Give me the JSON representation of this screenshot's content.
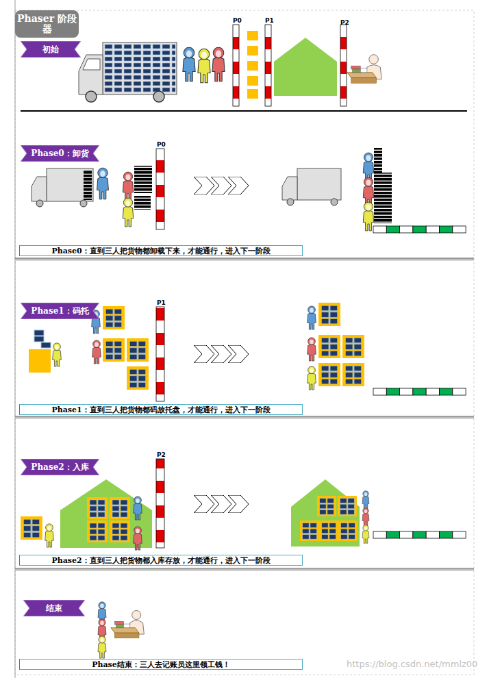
{
  "diagram": {
    "title": "Phaser 阶段器",
    "nodes": [
      {
        "text": [
          "初始"
        ]
      },
      {
        "text": [
          "Phase0：卸货"
        ]
      },
      {
        "text": [
          "Phase0：直到三人把货物都卸载下来，才能通行，进入下一阶段"
        ]
      },
      {
        "text": [
          "Phase1：码托"
        ]
      },
      {
        "text": [
          "Phase1：直到三人把货物都码放托盘，才能通行，进入下一阶段"
        ]
      },
      {
        "text": [
          "Phase2：入库"
        ]
      },
      {
        "text": [
          "Phase2：直到三人把货物都入库存放，才能通行，进入下一阶段"
        ]
      },
      {
        "text": [
          "结束"
        ]
      },
      {
        "text": [
          "Phase结束：三人去记账员这里领工钱！"
        ]
      }
    ],
    "labels": [
      "P0",
      "P1",
      "P2",
      "P0",
      "P1",
      "P2",
      "https://blog.csdn.net/mmlz00"
    ]
  }
}
